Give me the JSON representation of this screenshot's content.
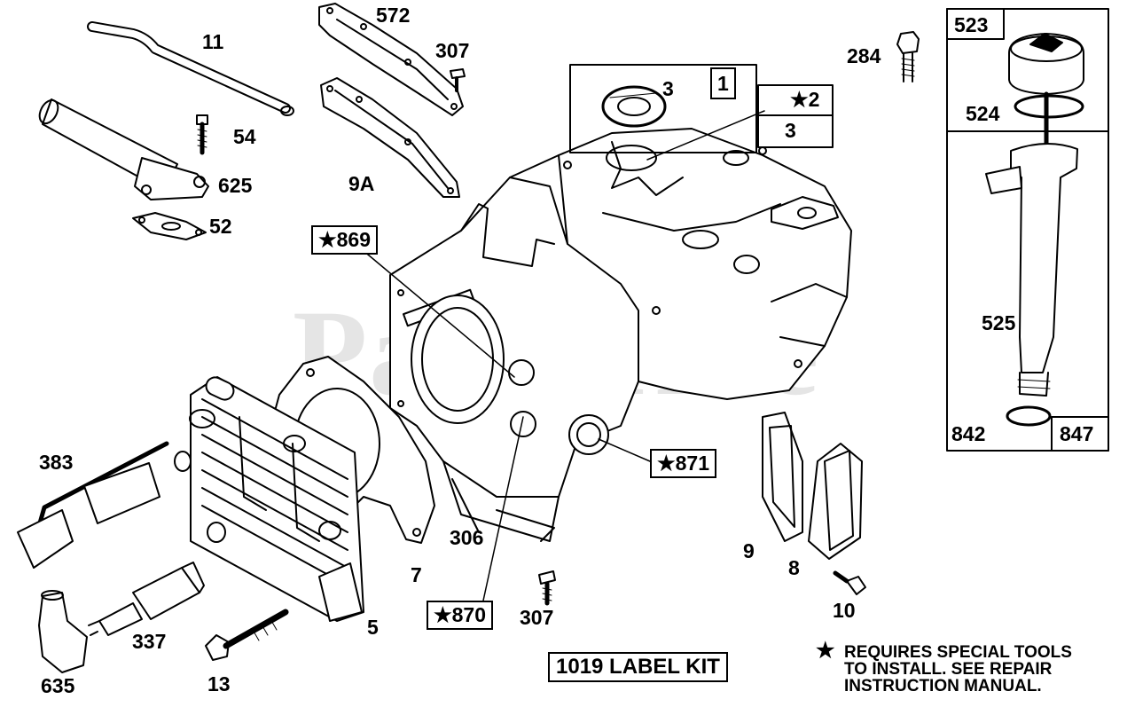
{
  "diagram": {
    "watermark": "PartsTree",
    "callouts": {
      "p11": "11",
      "p54": "54",
      "p625": "625",
      "p52": "52",
      "p572": "572",
      "p307_top": "307",
      "p9A": "9A",
      "p284": "284",
      "p523": "523",
      "p524": "524",
      "p525": "525",
      "p842": "842",
      "p847": "847",
      "p1": "1",
      "p3_seal": "3",
      "p2": "2",
      "p3_box": "3",
      "p869": "869",
      "p871": "871",
      "p870": "870",
      "p383": "383",
      "p635": "635",
      "p337": "337",
      "p13": "13",
      "p5": "5",
      "p7": "7",
      "p306": "306",
      "p307_bottom": "307",
      "p9": "9",
      "p8": "8",
      "p10": "10"
    },
    "label_kit": "1019 LABEL KIT",
    "note": "REQUIRES SPECIAL TOOLS\nTO INSTALL.  SEE REPAIR\nINSTRUCTION MANUAL."
  }
}
